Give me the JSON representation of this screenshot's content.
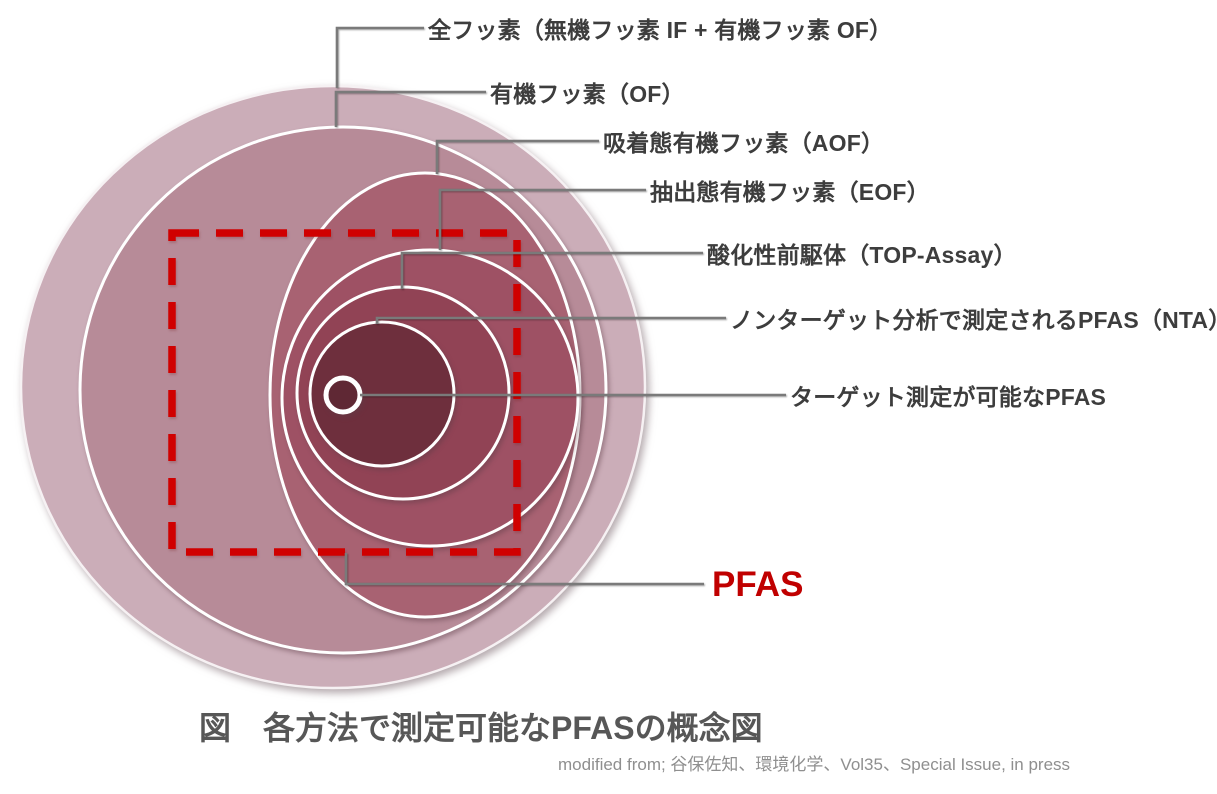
{
  "diagram": {
    "type": "nested-circles-concept",
    "caption": "図　各方法で測定可能なPFASの概念図",
    "credit": "modified from; 谷保佐知、環境化学、Vol35、Special Issue, in press",
    "pfas_box_label": "PFAS",
    "colors": {
      "total_fluorine": "#cbadb8",
      "organic_fluorine": "#b78b98",
      "adsorbable_organic_fluorine": "#a86272",
      "extractable_organic_fluorine": "#9e5164",
      "oxidizable_precursors": "#914355",
      "nontarget_pfas": "#6e2f3d",
      "target_pfas": "#5f2834",
      "dashed_box": "#d00000",
      "pfas_text": "#c00000",
      "label_text": "#3d3d3d",
      "leader_line": "#7a7a7a"
    },
    "rings": [
      {
        "name": "total-fluorine",
        "abbr": "IF + OF",
        "label": "全フッ素（無機フッ素 IF + 有機フッ素 OF）"
      },
      {
        "name": "organic-fluorine",
        "abbr": "OF",
        "label": "有機フッ素（OF）"
      },
      {
        "name": "adsorbable-organic-fluorine",
        "abbr": "AOF",
        "label": "吸着態有機フッ素（AOF）"
      },
      {
        "name": "extractable-organic-fluorine",
        "abbr": "EOF",
        "label": "抽出態有機フッ素（EOF）"
      },
      {
        "name": "oxidizable-precursors",
        "abbr": "TOP-Assay",
        "label": "酸化性前駆体（TOP-Assay）"
      },
      {
        "name": "nontarget-pfas",
        "abbr": "NTA",
        "label": "ノンターゲット分析で測定されるPFAS（NTA）"
      },
      {
        "name": "target-pfas",
        "abbr": "",
        "label": "ターゲット測定が可能なPFAS"
      }
    ]
  }
}
